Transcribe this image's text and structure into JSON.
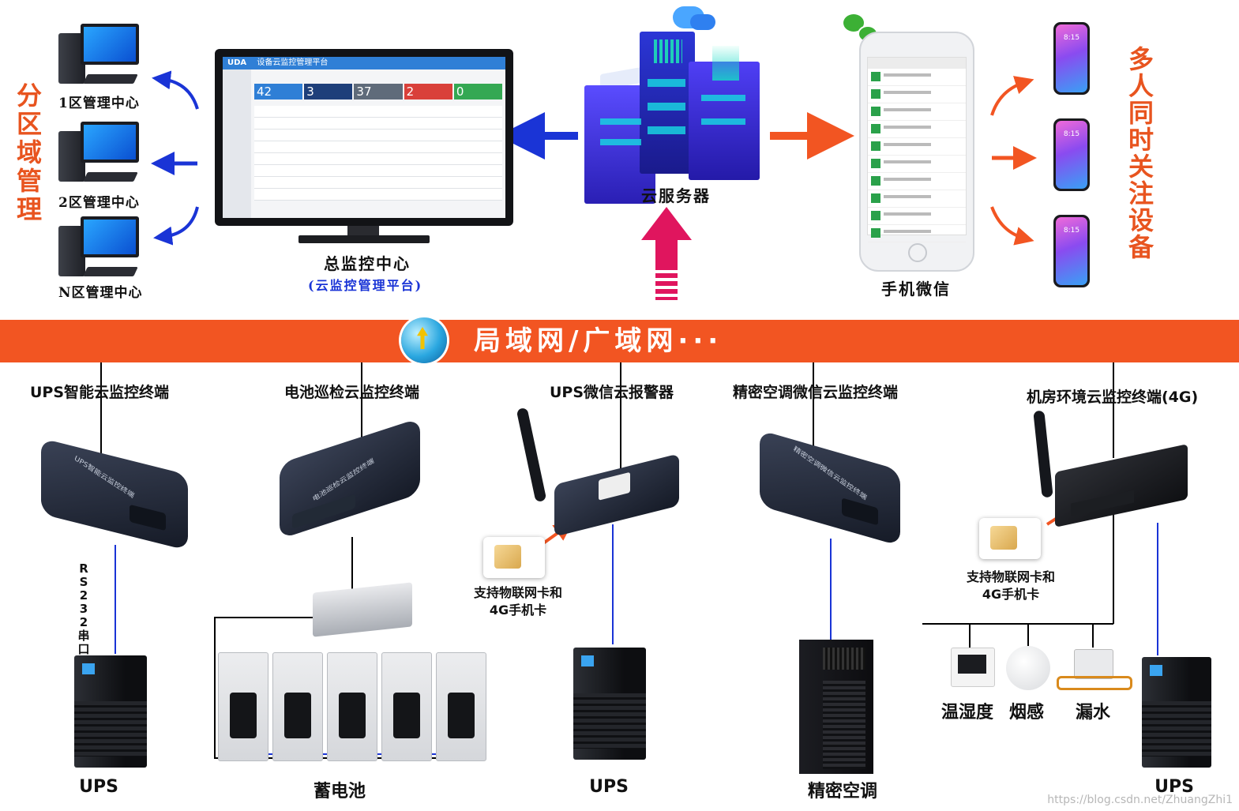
{
  "left_block": {
    "vertical_title": "分区域管理",
    "managers": [
      "1区管理中心",
      "2区管理中心",
      "N区管理中心"
    ]
  },
  "center_monitor": {
    "title": "总监控中心",
    "subtitle": "(云监控管理平台)",
    "app_brand": "UDA",
    "app_title": "设备云监控管理平台",
    "kpis": [
      {
        "value": "42",
        "color": "#2f7fd6"
      },
      {
        "value": "3",
        "color": "#1e3f7a"
      },
      {
        "value": "37",
        "color": "#5f6b7a"
      },
      {
        "value": "2",
        "color": "#d9403a"
      },
      {
        "value": "0",
        "color": "#34a853"
      }
    ]
  },
  "server": {
    "label": "云服务器"
  },
  "mobile": {
    "label": "手机微信",
    "multi_label": "多人同时关注设备",
    "mini_time": "8:15"
  },
  "network": {
    "label": "局域网/广域网···"
  },
  "terminals": [
    {
      "label": "UPS智能云监控终端",
      "device_text": "UPS智能云监控终端",
      "bottom": "UPS"
    },
    {
      "label": "电池巡检云监控终端",
      "device_text": "电池巡检云监控终端",
      "bottom": "蓄电池"
    },
    {
      "label": "UPS微信云报警器",
      "bottom": "UPS"
    },
    {
      "label": "精密空调微信云监控终端",
      "device_text": "精密空调微信云监控终端",
      "bottom": "精密空调"
    },
    {
      "label": "机房环境云监控终端(4G)",
      "bottom": "UPS"
    }
  ],
  "rs232_text": "RS232串口线连接",
  "sim_label_1": "支持物联网卡和4G手机卡",
  "sim_label_2": "支持物联网卡和4G手机卡",
  "sensors": [
    "温湿度",
    "烟感",
    "漏水"
  ],
  "watermark": "https://blog.csdn.net/ZhuangZhi1",
  "colors": {
    "band": "#f25522",
    "accent_orange": "#e8541f",
    "arrow_blue": "#1a34d6",
    "arrow_pink": "#e0155e",
    "wire_blue": "#1a34d6"
  }
}
